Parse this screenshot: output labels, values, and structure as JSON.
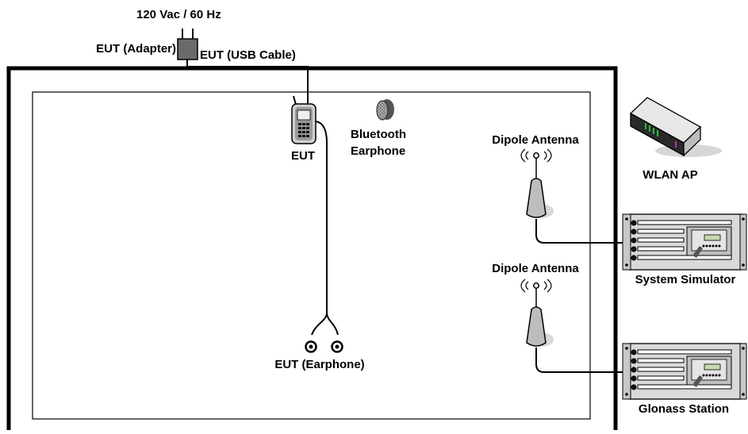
{
  "labels": {
    "power_source": "120 Vac / 60 Hz",
    "adapter": "EUT (Adapter)",
    "usb_cable": "EUT (USB Cable)",
    "eut": "EUT",
    "bluetooth_line1": "Bluetooth",
    "bluetooth_line2": "Earphone",
    "dipole_1": "Dipole Antenna",
    "dipole_2": "Dipole Antenna",
    "wlan_ap": "WLAN AP",
    "system_simulator": "System Simulator",
    "earphone": "EUT (Earphone)",
    "glonass_station": "Glonass Station"
  },
  "colors": {
    "line": "#000000",
    "device_body": "#d9d9d9",
    "device_dark": "#3a3a3a",
    "led_green": "#2ecc40",
    "led_purple": "#b03aa0",
    "lcd": "#c8d9b0"
  }
}
